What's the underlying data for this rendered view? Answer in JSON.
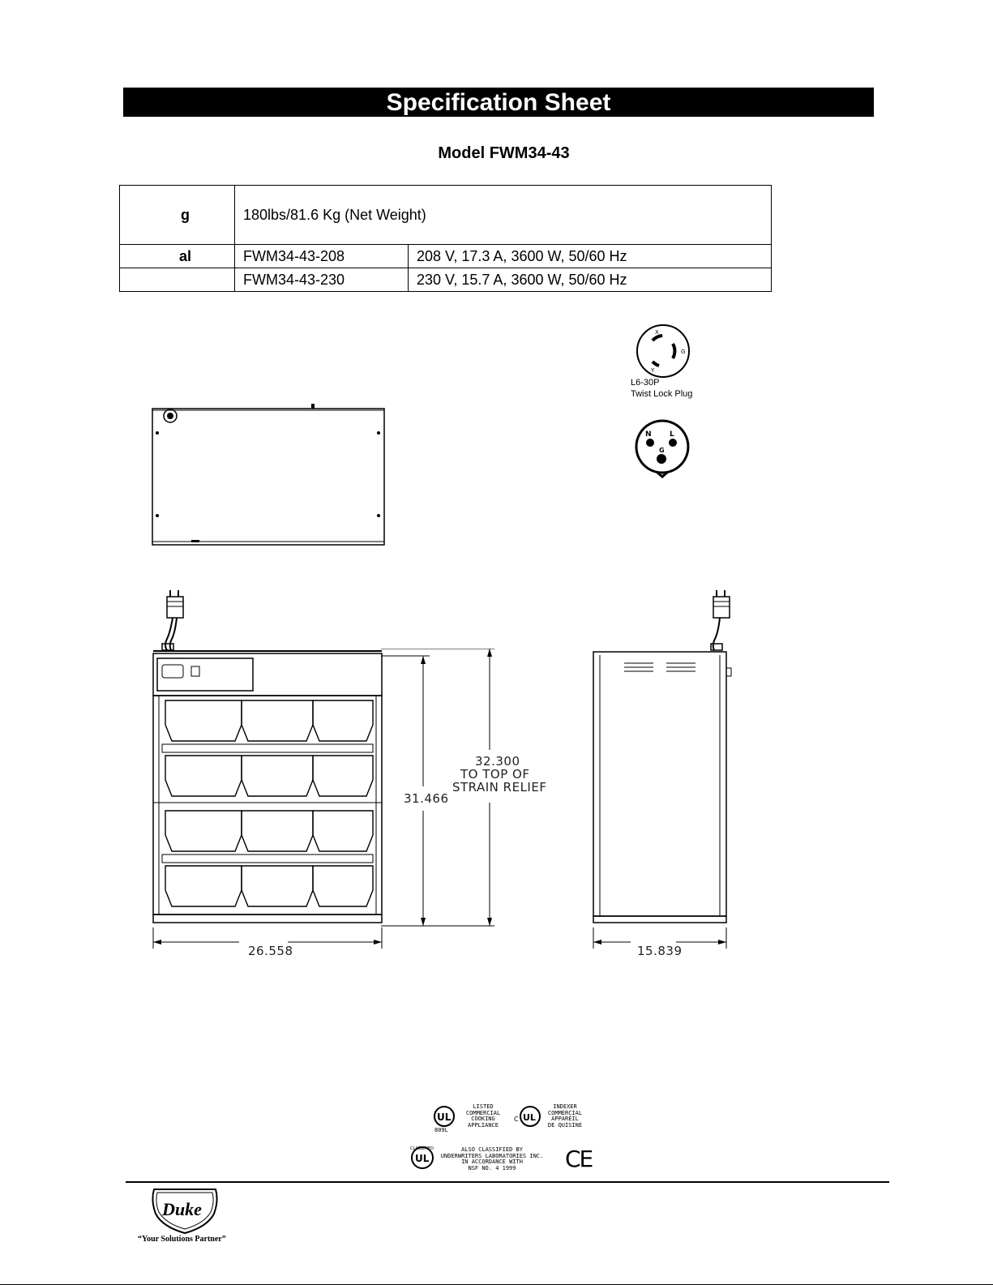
{
  "header": {
    "banner": "Specification Sheet",
    "model": "Model FWM34-43"
  },
  "spec_table": {
    "weight_label": "g",
    "weight_value": "180lbs/81.6 Kg (Net Weight)",
    "electrical_label": "al",
    "rows": [
      {
        "model": "FWM34-43-208",
        "rating": "208 V,  17.3 A,  3600 W, 50/60 Hz"
      },
      {
        "model": "FWM34-43-230",
        "rating": "230 V,  15.7 A,  3600 W, 50/60 Hz"
      }
    ]
  },
  "plugs": {
    "l6": {
      "caption_line1": "L6-30P",
      "caption_line2": "Twist Lock Plug",
      "pins": [
        "X",
        "G",
        "Y"
      ]
    },
    "euro": {
      "pins": [
        "N",
        "L",
        "G"
      ]
    }
  },
  "dimensions": {
    "height": "31.466",
    "overall_height": "32.300",
    "overall_height_note_1": "TO TOP OF",
    "overall_height_note_2": "STRAIN   RELIEF",
    "width": "26.558",
    "depth": "15.839"
  },
  "certifications": {
    "ul_listed": [
      "LISTED",
      "COMMERCIAL",
      "COOKING",
      "APPLIANCE"
    ],
    "ul_code": "809L",
    "ul_canada": [
      "INDEXER",
      "COMMERCIAL",
      "APPAREIL",
      "DE QUISINE"
    ],
    "classified": [
      "ALSO CLASSIFIED BY",
      "UNDERWRITERS LABORATORIES INC.",
      "IN ACCORDANCE WITH",
      "NSF NO. 4 1999"
    ],
    "classified_arc": "CLASSIFIED",
    "ce_mark": "CE"
  },
  "footer": {
    "brand": "Duke",
    "tagline": "“Your Solutions Partner”"
  }
}
